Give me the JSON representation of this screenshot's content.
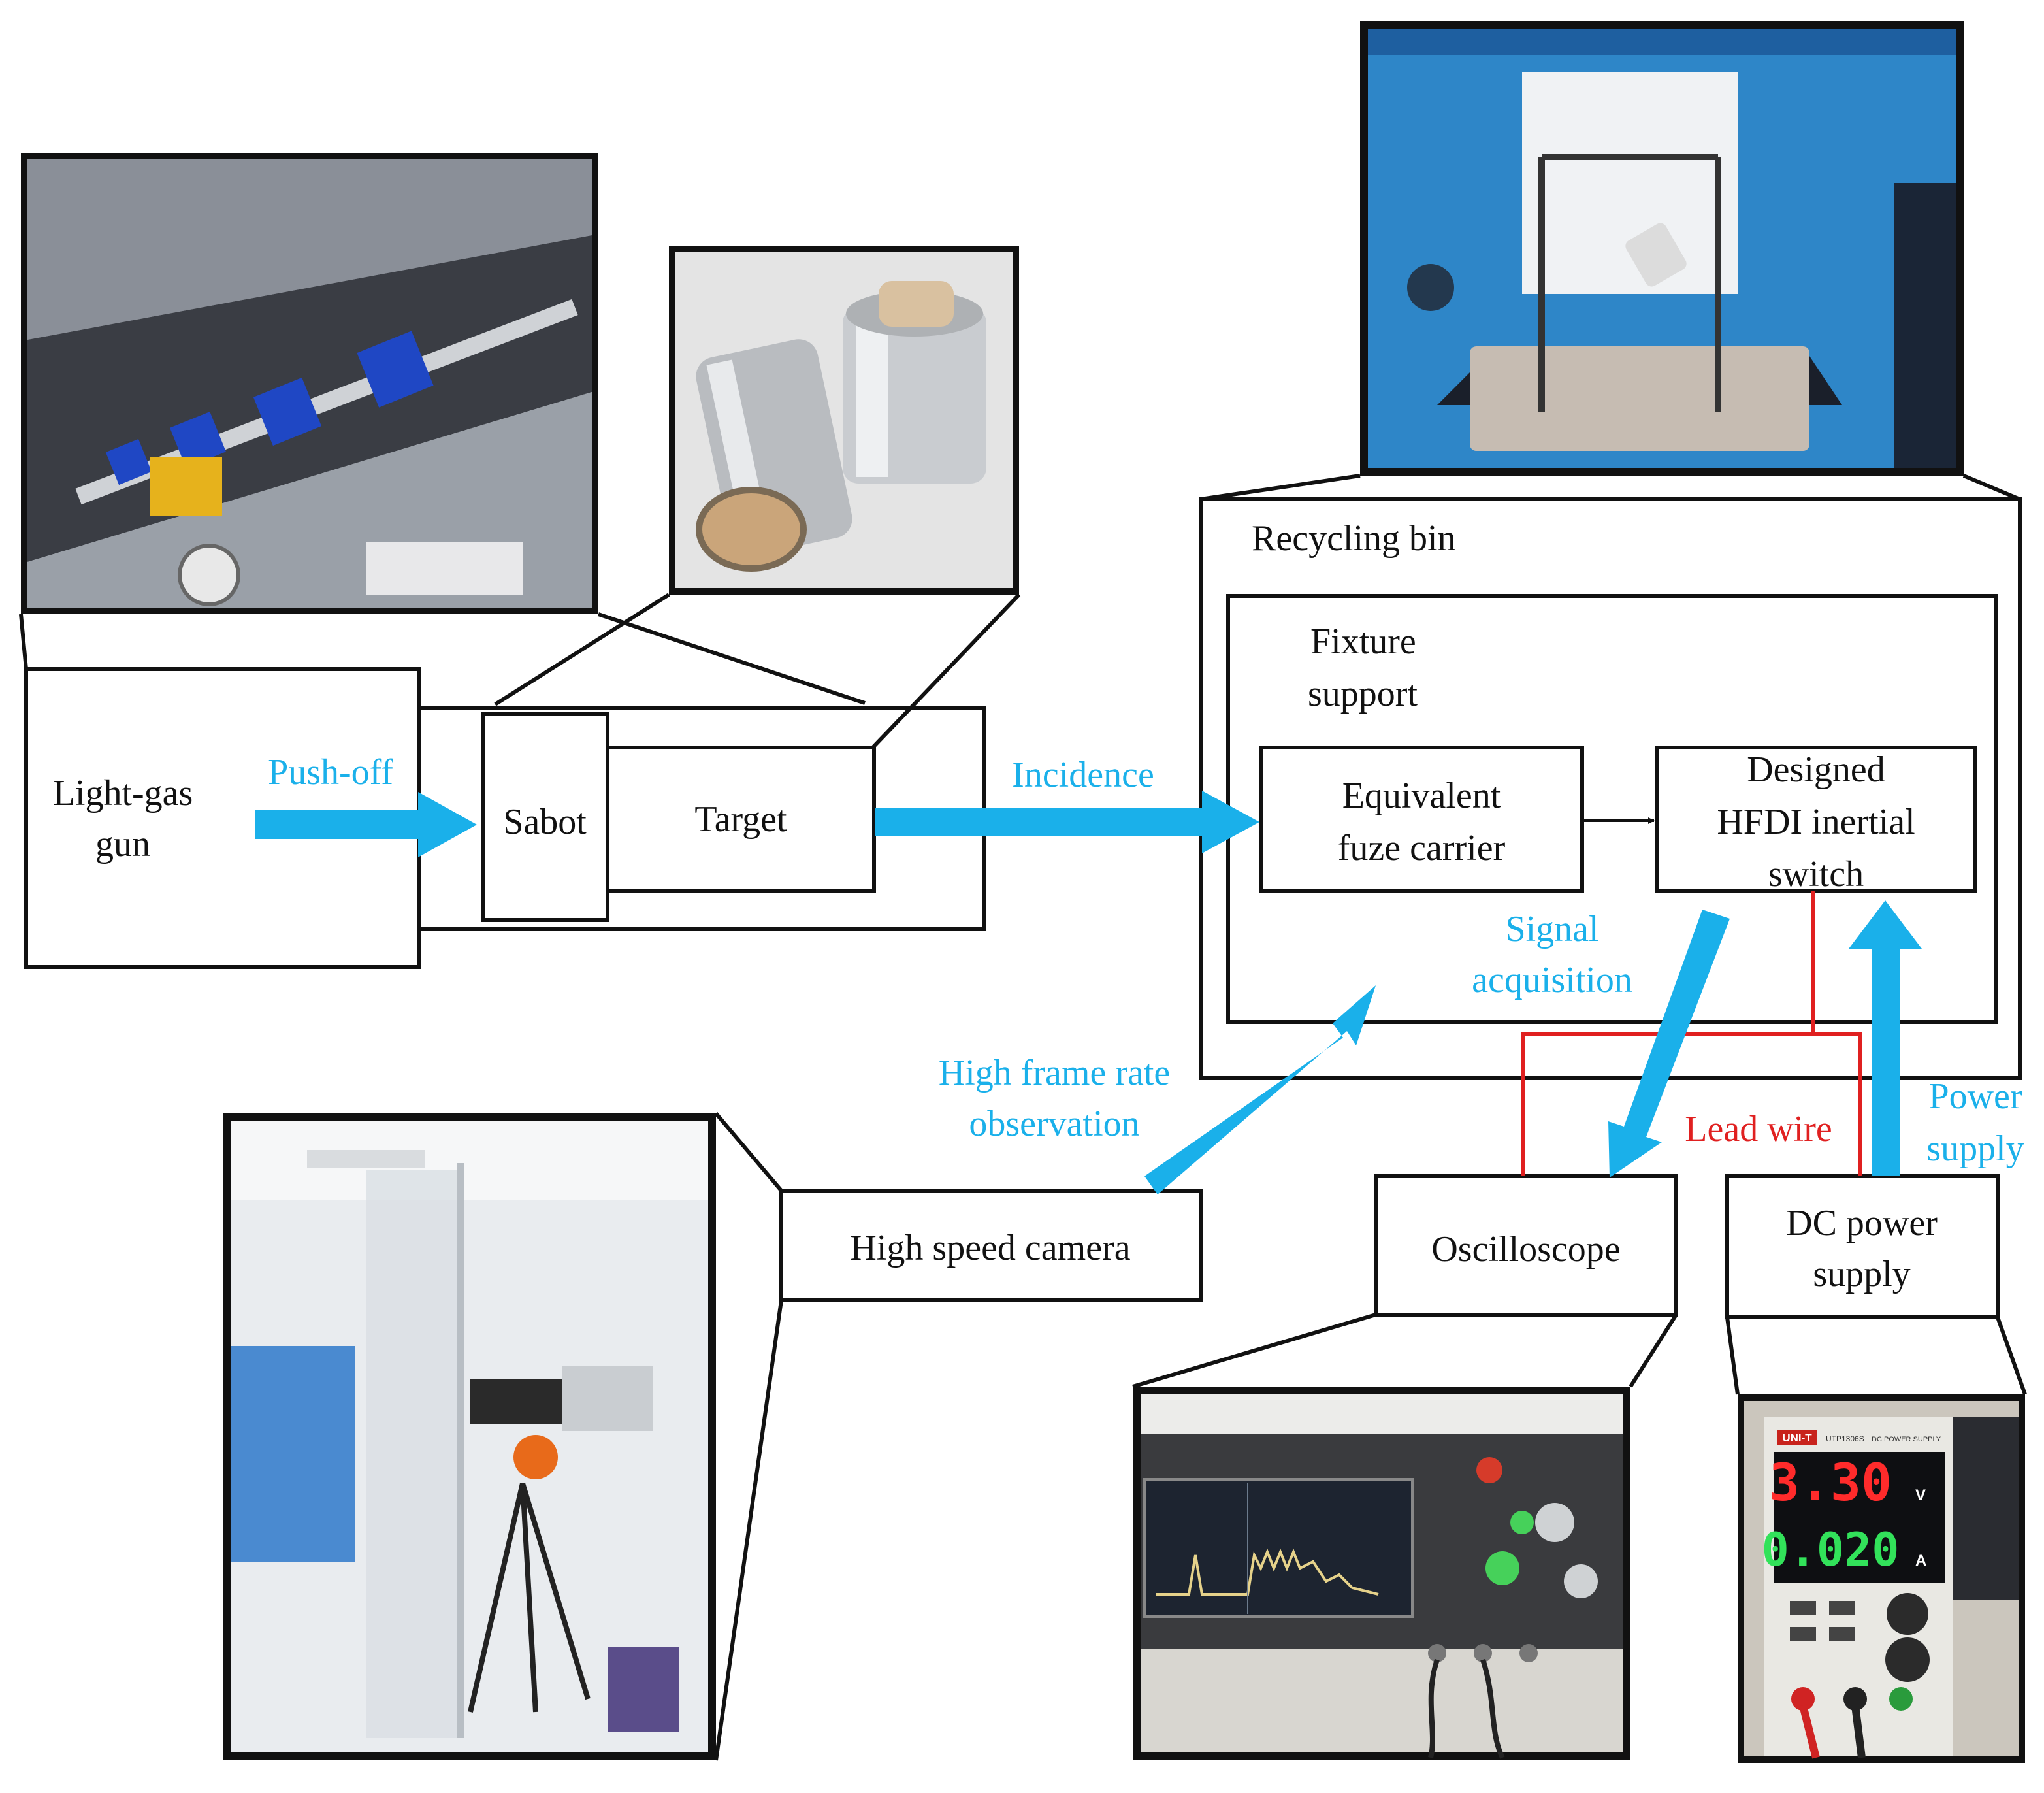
{
  "colors": {
    "arrow": "#1ab0ea",
    "label_blue": "#1ab0ea",
    "lead_wire": "#e02020",
    "box_stroke": "#111111",
    "text": "#111111"
  },
  "labels": {
    "light_gas_gun": [
      "Light-gas",
      "gun"
    ],
    "sabot": "Sabot",
    "target": "Target",
    "push_off": "Push-off",
    "incidence": "Incidence",
    "recycling_bin": "Recycling bin",
    "fixture_support": [
      "Fixture",
      "support"
    ],
    "equivalent_fuze_carrier": [
      "Equivalent",
      "fuze carrier"
    ],
    "hfdi_switch": [
      "Designed",
      "HFDI inertial",
      "switch"
    ],
    "signal_acquisition": [
      "Signal",
      "acquisition"
    ],
    "high_frame_rate": [
      "High frame rate",
      "observation"
    ],
    "high_speed_camera": "High speed camera",
    "oscilloscope": "Oscilloscope",
    "lead_wire": "Lead wire",
    "power_supply_flow": [
      "Power",
      "supply"
    ],
    "dc_power_supply": [
      "DC power",
      "supply"
    ]
  },
  "photos": {
    "gun": "photo-light-gas-gun",
    "target": "photo-sabot-target",
    "bin": "photo-recycling-bin",
    "camera": "photo-high-speed-camera",
    "scope": "photo-oscilloscope",
    "psu": "photo-dc-power-supply"
  },
  "psu_display": {
    "voltage": "3.30",
    "voltage_unit": "V",
    "current": "0.020",
    "current_unit": "A",
    "brand": "UNI-T",
    "model": "UTP1306S",
    "caption": "DC POWER SUPPLY"
  }
}
